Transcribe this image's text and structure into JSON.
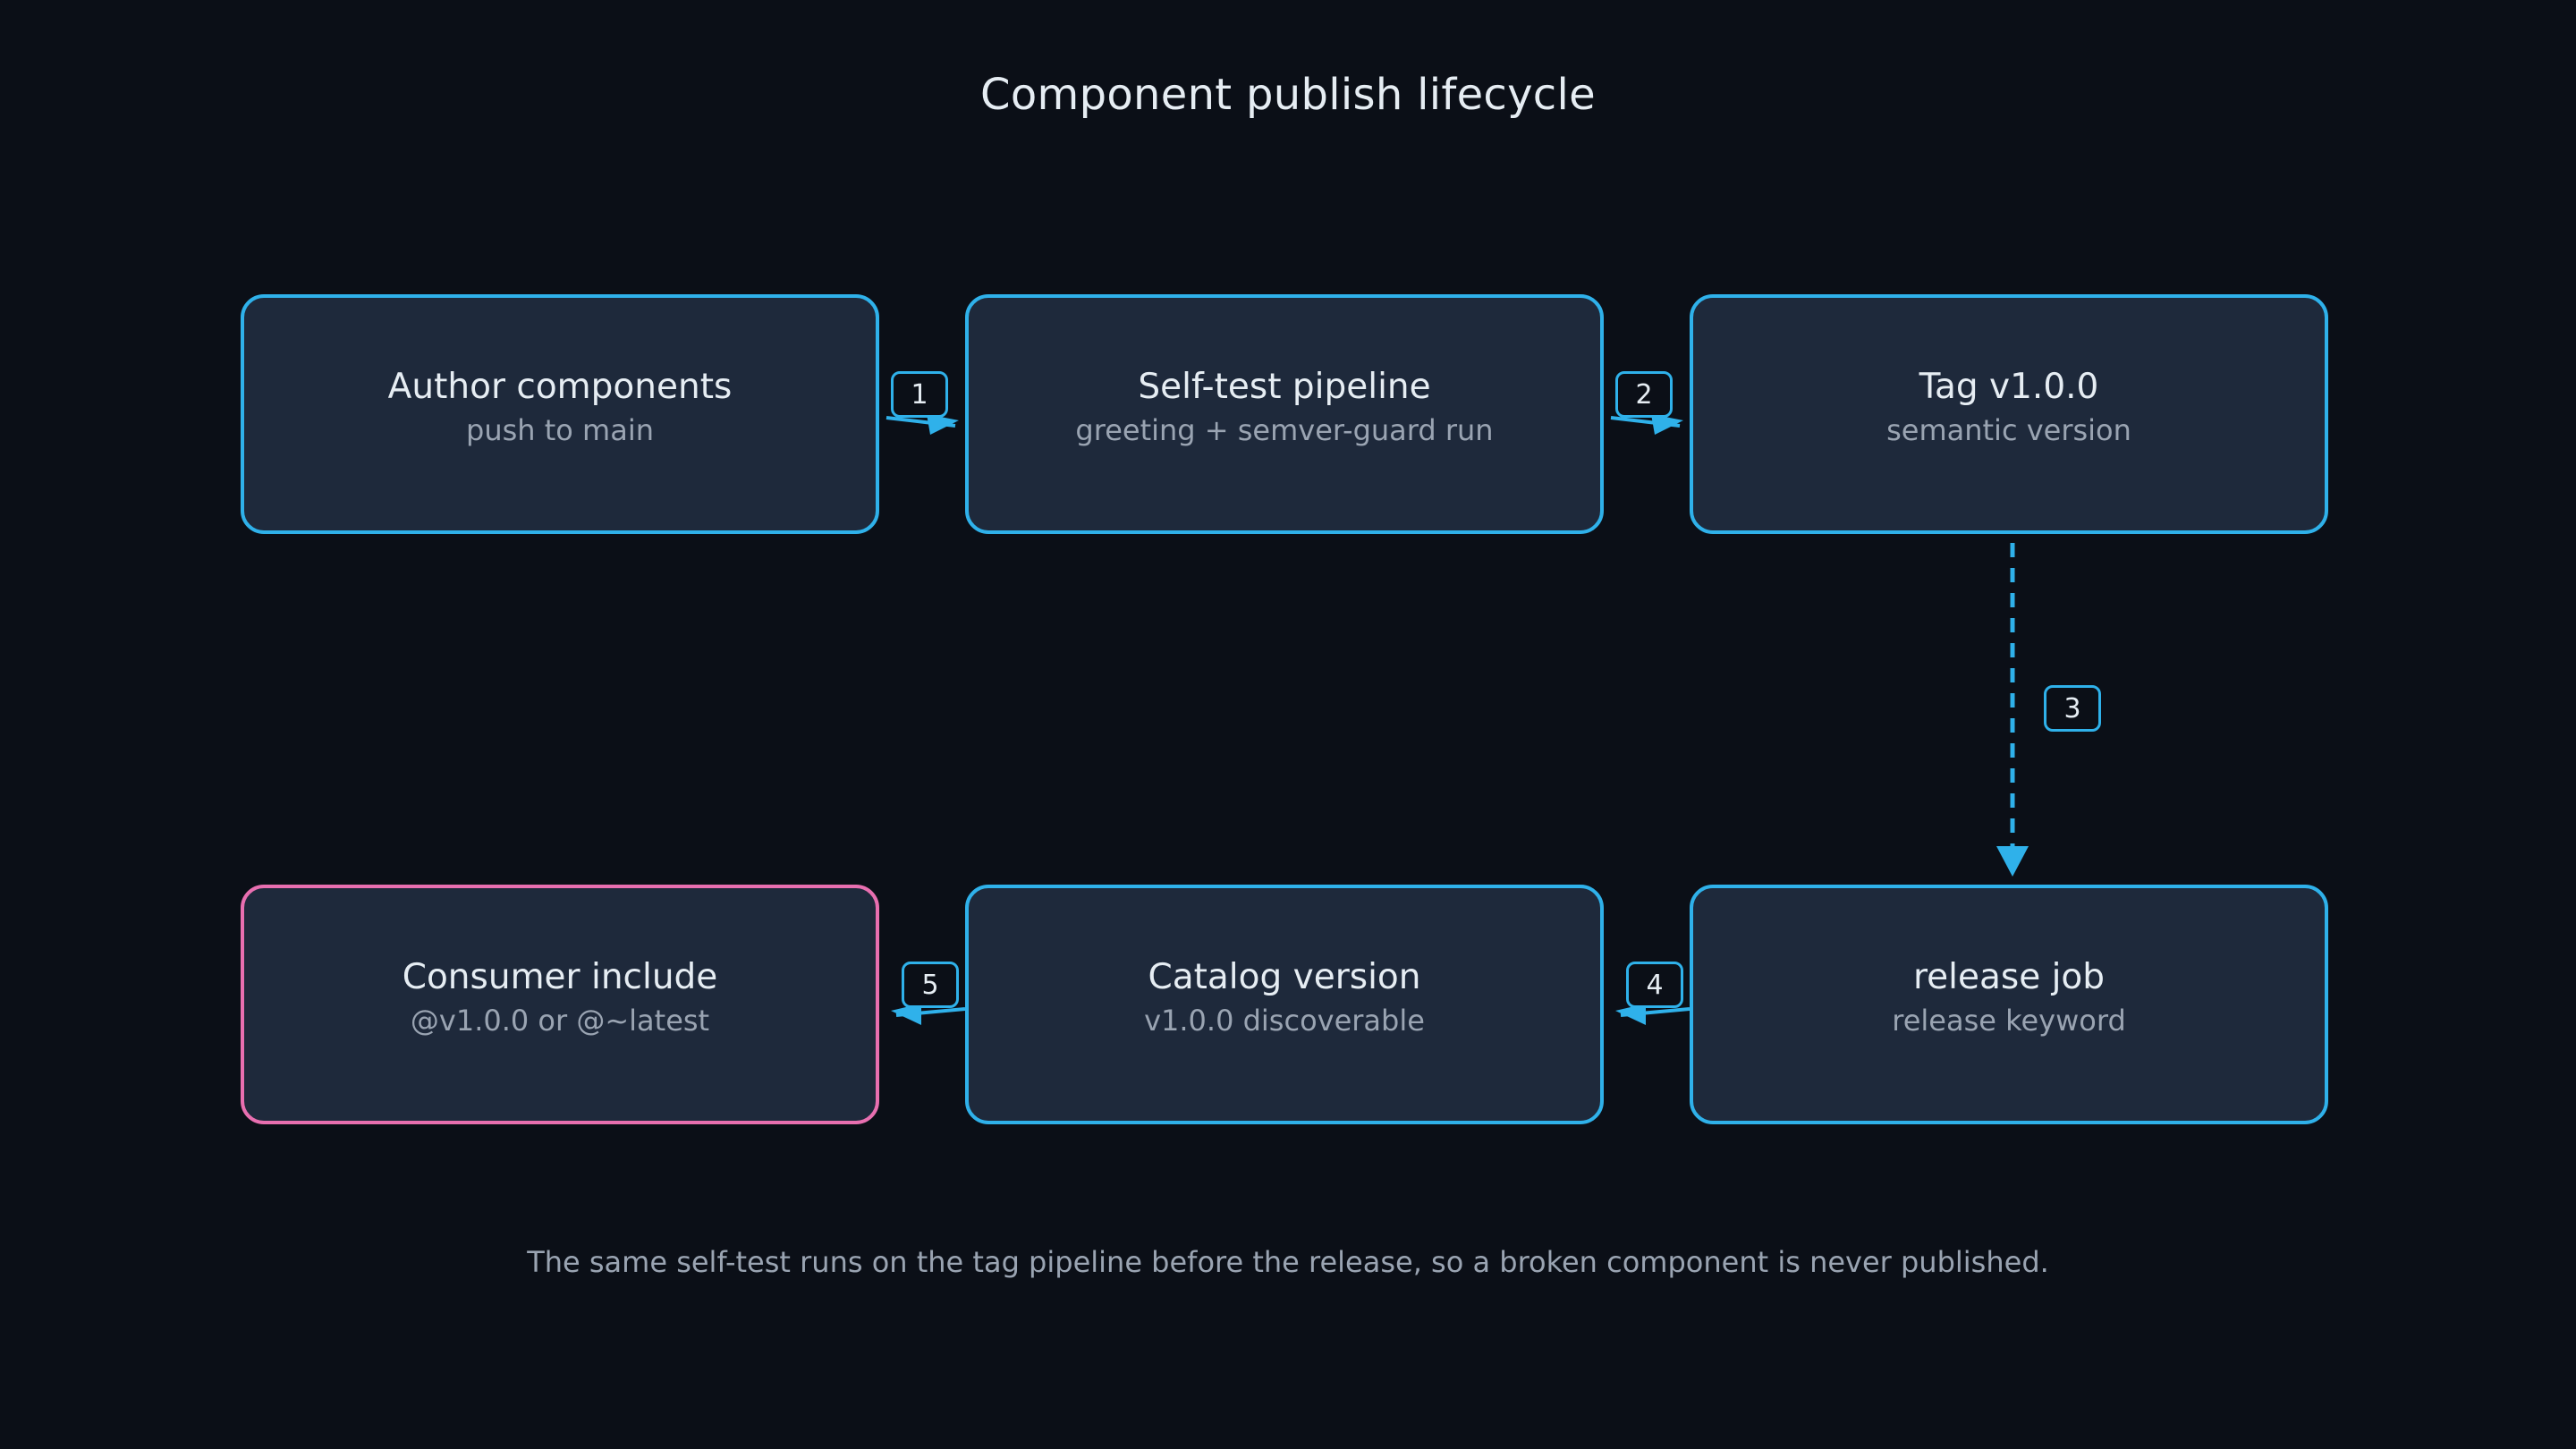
{
  "title": "Component publish lifecycle",
  "colors": {
    "background": "#0b0f17",
    "node_fill": "#1e293b",
    "node_border": "#2fb1ea",
    "consumer_border": "#e86fb0",
    "text": "#e6edf3",
    "muted_text": "#9aa4b2"
  },
  "nodes": [
    {
      "id": "author",
      "title": "Author components",
      "subtitle": "push to main"
    },
    {
      "id": "selftest",
      "title": "Self-test pipeline",
      "subtitle": "greeting + semver-guard run"
    },
    {
      "id": "tag",
      "title": "Tag v1.0.0",
      "subtitle": "semantic version"
    },
    {
      "id": "release",
      "title": "release job",
      "subtitle": "release keyword"
    },
    {
      "id": "catalog",
      "title": "Catalog version",
      "subtitle": "v1.0.0 discoverable"
    },
    {
      "id": "consumer",
      "title": "Consumer include",
      "subtitle": "@v1.0.0 or @~latest"
    }
  ],
  "edges": [
    {
      "from": "author",
      "to": "selftest",
      "label": "1",
      "style": "solid"
    },
    {
      "from": "selftest",
      "to": "tag",
      "label": "2",
      "style": "solid"
    },
    {
      "from": "tag",
      "to": "release",
      "label": "3",
      "style": "dashed"
    },
    {
      "from": "release",
      "to": "catalog",
      "label": "4",
      "style": "solid"
    },
    {
      "from": "catalog",
      "to": "consumer",
      "label": "5",
      "style": "solid"
    }
  ],
  "footnote": "The same self-test runs on the tag pipeline before the release, so a broken component is never published."
}
